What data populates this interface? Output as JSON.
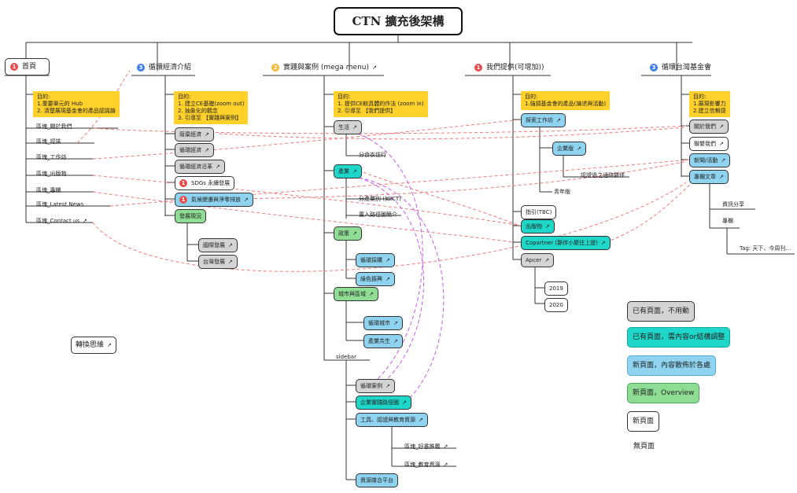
{
  "title": "CTN 擴充後架構",
  "columns": {
    "home": {
      "num": "1",
      "label": "首頁",
      "goal": "目的:\n1.重要單元的 Hub\n2. 清楚展現基金會的產品認識論",
      "items": [
        "區塊_關於我們",
        "區塊_認識",
        "區塊_工作坊",
        "區塊_出版物",
        "區塊_專欄",
        "區塊_Latest News",
        "區塊_Contact us"
      ]
    },
    "intro": {
      "num": "3",
      "label": "循環經濟介紹",
      "goal": "目的:\n1. 建立CE基礎(zoom out)\n2. 抽象化的觀念\n3. 引導至 【實踐與案例】",
      "items": [
        "廢棄經濟",
        "循環經濟",
        "循環經濟沿革",
        "SDGs 永續發展",
        "氣候變遷與淨零排放",
        "發展現況",
        "國際發展",
        "台灣發展"
      ],
      "sdg_num": "1",
      "climate_num": "1"
    },
    "practice": {
      "num": "2",
      "label": "實踐與案例 (mega menu)",
      "goal": "目的:\n1. 提供CE較具體的作法 (zoom in)\n2. 引導至 【我們提供】",
      "items": [
        "生活",
        "分食衣住行",
        "產業",
        "分產業別 (如ICT)",
        "置入路徑圖簡介",
        "政策",
        "循環採購",
        "綠色振興",
        "城市與區域",
        "循環城市",
        "產業共生",
        "sidebar",
        "循環案例",
        "企業實踐路徑圖",
        "工具、認證與教育資源",
        "區塊_好書推薦",
        "區塊_教育資源",
        "資源媒合平台"
      ]
    },
    "offer": {
      "num": "1",
      "label": "我們提供(可增加))",
      "goal": "目的:\n1.強調基金會的產品(論述與活動)",
      "items": [
        "探索工作坊",
        "企業版",
        "認證過之通路夥伴",
        "青年版",
        "指引(TBC)",
        "出版物",
        "Copartner (夥伴小聚往上提)",
        "Apcer",
        "2019",
        "2020"
      ]
    },
    "foundation": {
      "num": "3",
      "label": "循環台灣基金會",
      "goal": "目的:\n1.展現影響力\n2.建立信賴感",
      "items": [
        "關於我們",
        "聯繫我們",
        "新聞/活動",
        "專欄文章",
        "資訊分享",
        "專欄",
        "Tag: 天下、今周刊..."
      ]
    }
  },
  "mindmap_button": "轉換思維",
  "legend": [
    "已有頁面，不用動",
    "已有頁面，需內容or結構調整",
    "新頁面，內容散佈於各處",
    "新頁面，Overview",
    "新頁面",
    "無頁面"
  ],
  "colors": {
    "gray": "#d4d4d4",
    "teal": "#1fd7c9",
    "blue": "#8ed3ef",
    "green": "#8fdd94",
    "goal": "#ffd12a",
    "link_red": "#f07a7a",
    "link_purple": "#c65ce8"
  }
}
